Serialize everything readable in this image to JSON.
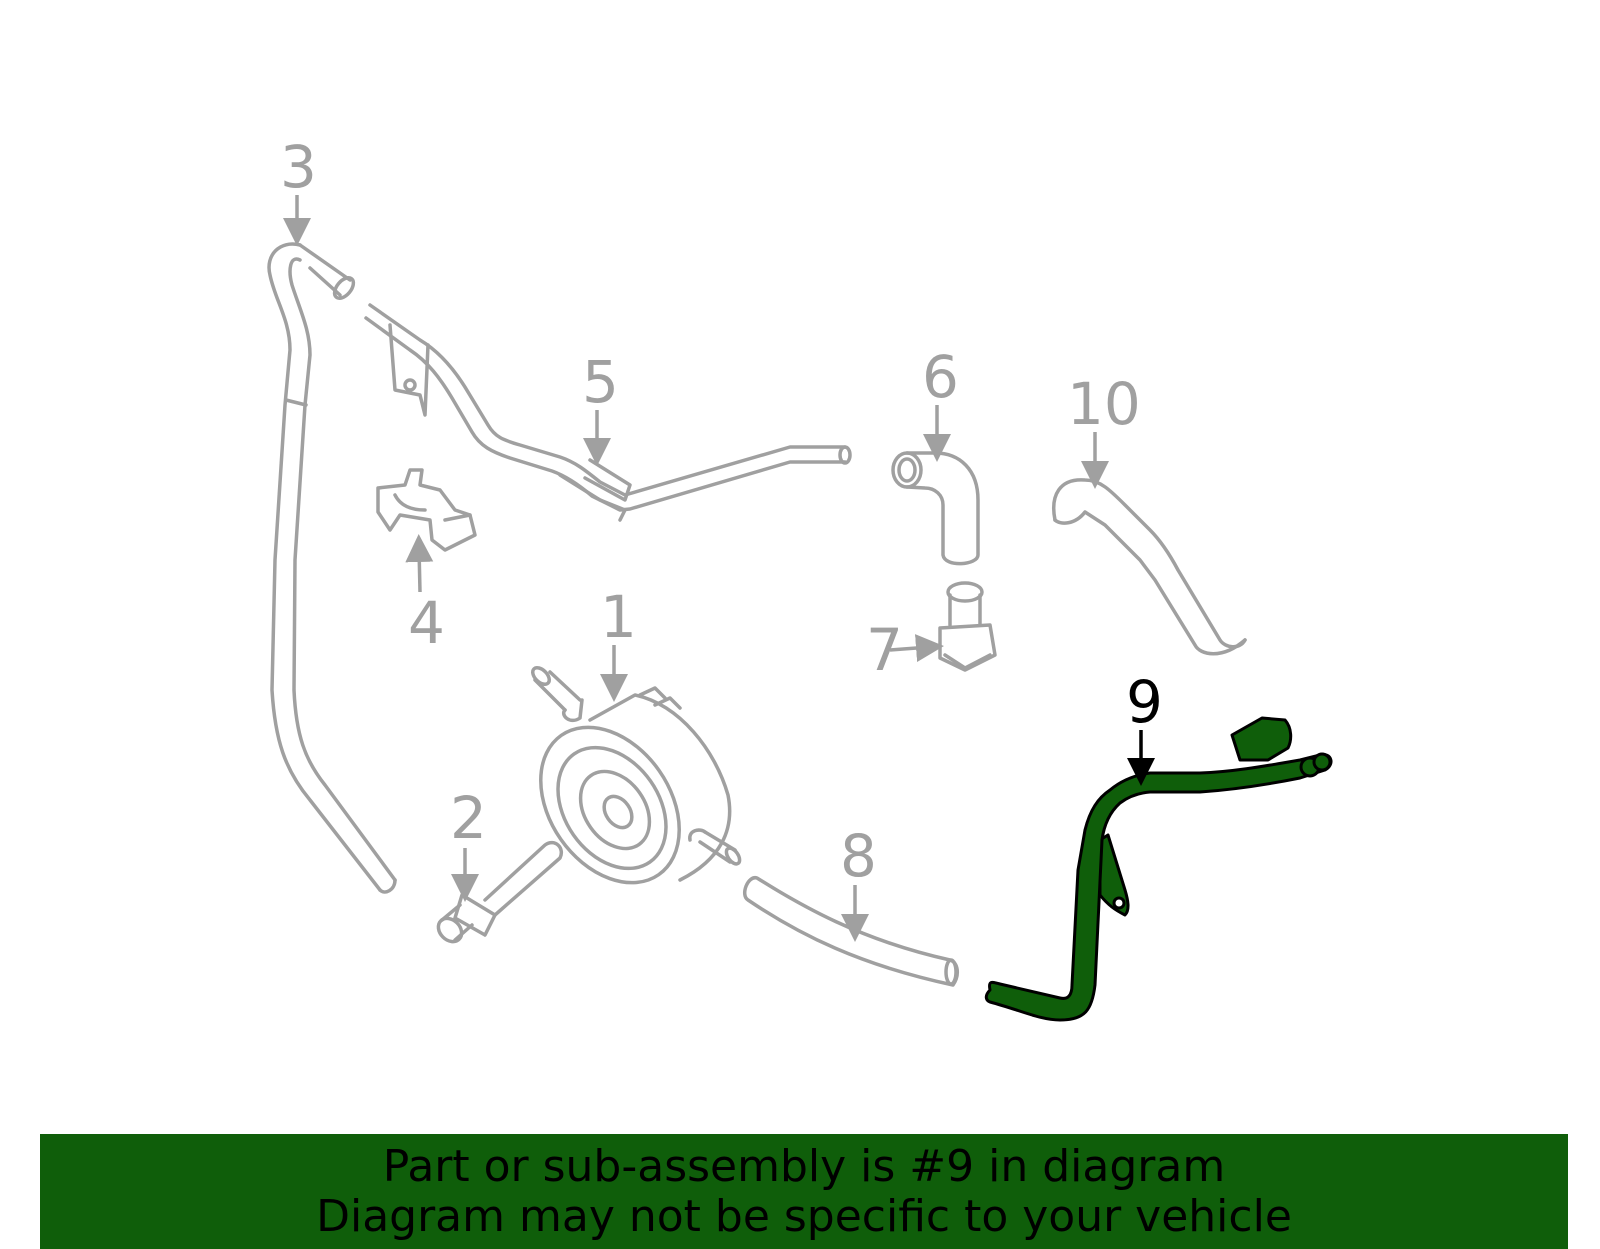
{
  "callouts": {
    "c1": "1",
    "c2": "2",
    "c3": "3",
    "c4": "4",
    "c5": "5",
    "c6": "6",
    "c7": "7",
    "c8": "8",
    "c9": "9",
    "c10": "10"
  },
  "highlighted_part": "9",
  "colors": {
    "highlight": "#0f5e0a",
    "part_outline": "#a0a0a0",
    "banner_bg": "#0f5e0a"
  },
  "banner": {
    "line1": "Part or sub-assembly is #9 in diagram",
    "line2": "Diagram may not be specific to your vehicle"
  }
}
